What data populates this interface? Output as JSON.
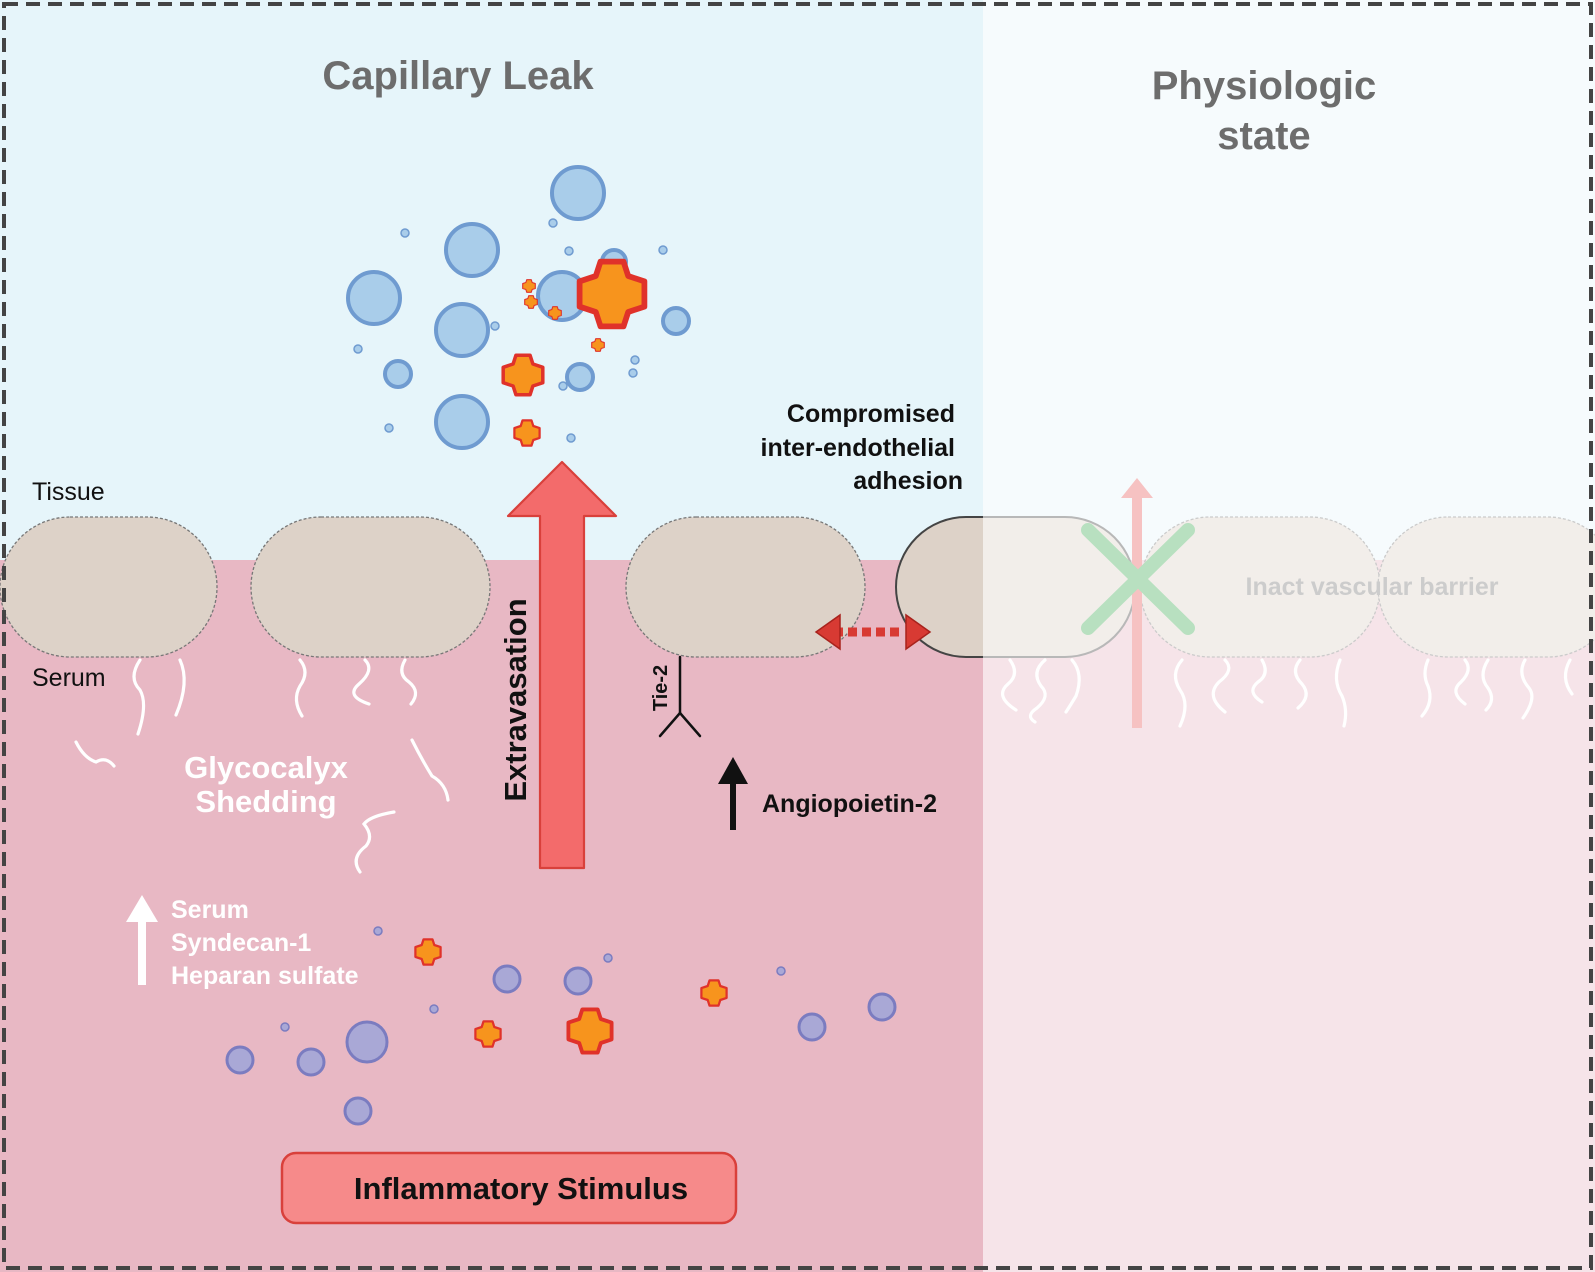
{
  "panels": {
    "left_title": "Capillary Leak",
    "right_title_line1": "Physiologic",
    "right_title_line2": "state"
  },
  "layers": {
    "tissue": "Tissue",
    "serum": "Serum"
  },
  "labels": {
    "compromised_line1": "Compromised",
    "compromised_line2": "inter-endothelial",
    "compromised_line3": "adhesion",
    "extravasation": "Extravasation",
    "tie2": "Tie-2",
    "angiopoietin": "Angiopoietin-2",
    "glycocalyx_line1": "Glycocalyx",
    "glycocalyx_line2": "Shedding",
    "markers_line1": "Serum",
    "markers_line2": "Syndecan-1",
    "markers_line3": "Heparan sulfate",
    "intact_barrier": "Inact vascular barrier",
    "stimulus": "Inflammatory Stimulus"
  },
  "colors": {
    "tissue_bg": "#e6f5fa",
    "serum_bg": "#e8b8c4",
    "cell_fill": "#ddd2c8",
    "arrow_red": "#f36b6b",
    "cytokine_orange": "#f7941d",
    "cytokine_outline": "#e0322a",
    "protein_blue": "#a9cdea",
    "protein_purple": "#a9a8d6"
  }
}
